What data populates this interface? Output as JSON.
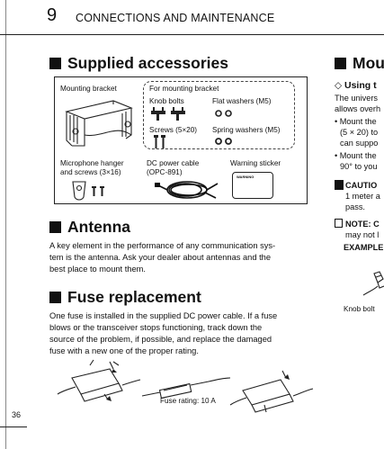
{
  "header": {
    "chapter_number": "9",
    "chapter_title": "CONNECTIONS AND MAINTENANCE"
  },
  "accessories": {
    "heading": "Supplied accessories",
    "mounting_bracket": "Mounting bracket",
    "for_mounting_bracket": "For mounting bracket",
    "knob_bolts": "Knob bolts",
    "flat_washers": "Flat washers (M5)",
    "screws": "Screws (5×20)",
    "spring_washers": "Spring washers (M5)",
    "microphone_hanger_l1": "Microphone hanger",
    "microphone_hanger_l2": "and screws (3×16)",
    "dc_cable_l1": "DC power cable",
    "dc_cable_l2": "(OPC-891)",
    "warning_sticker": "Warning sticker",
    "sticker_text": "WARNING"
  },
  "antenna": {
    "heading": "Antenna",
    "text_l1": "A key element in the performance of any communication sys-",
    "text_l2": "tem is the antenna. Ask your dealer about antennas and the",
    "text_l3": "best place to mount them."
  },
  "fuse": {
    "heading": "Fuse replacement",
    "text_l1": "One fuse is installed in the supplied DC power cable. If a fuse",
    "text_l2": "blows or the transceiver stops functioning, track down the",
    "text_l3": "source of the problem, if possible, and replace the damaged",
    "text_l4": "fuse with a new one of the proper rating.",
    "rating_label": "Fuse rating: 10 A"
  },
  "right_column": {
    "heading": "Mou",
    "sub_heading": "◇ Using t",
    "l1": "The univers",
    "l2": "allows overh",
    "l3": "• Mount the",
    "l4": "(5 × 20) to",
    "l5": "can suppo",
    "l6": "• Mount the",
    "l7": "90° to you",
    "caution": "CAUTIO",
    "caution_l2": "1 meter a",
    "caution_l3": "pass.",
    "note": "NOTE: C",
    "note_l2": "may not l",
    "example": "EXAMPLE",
    "knob_bolt": "Knob bolt"
  },
  "page_number": "36"
}
